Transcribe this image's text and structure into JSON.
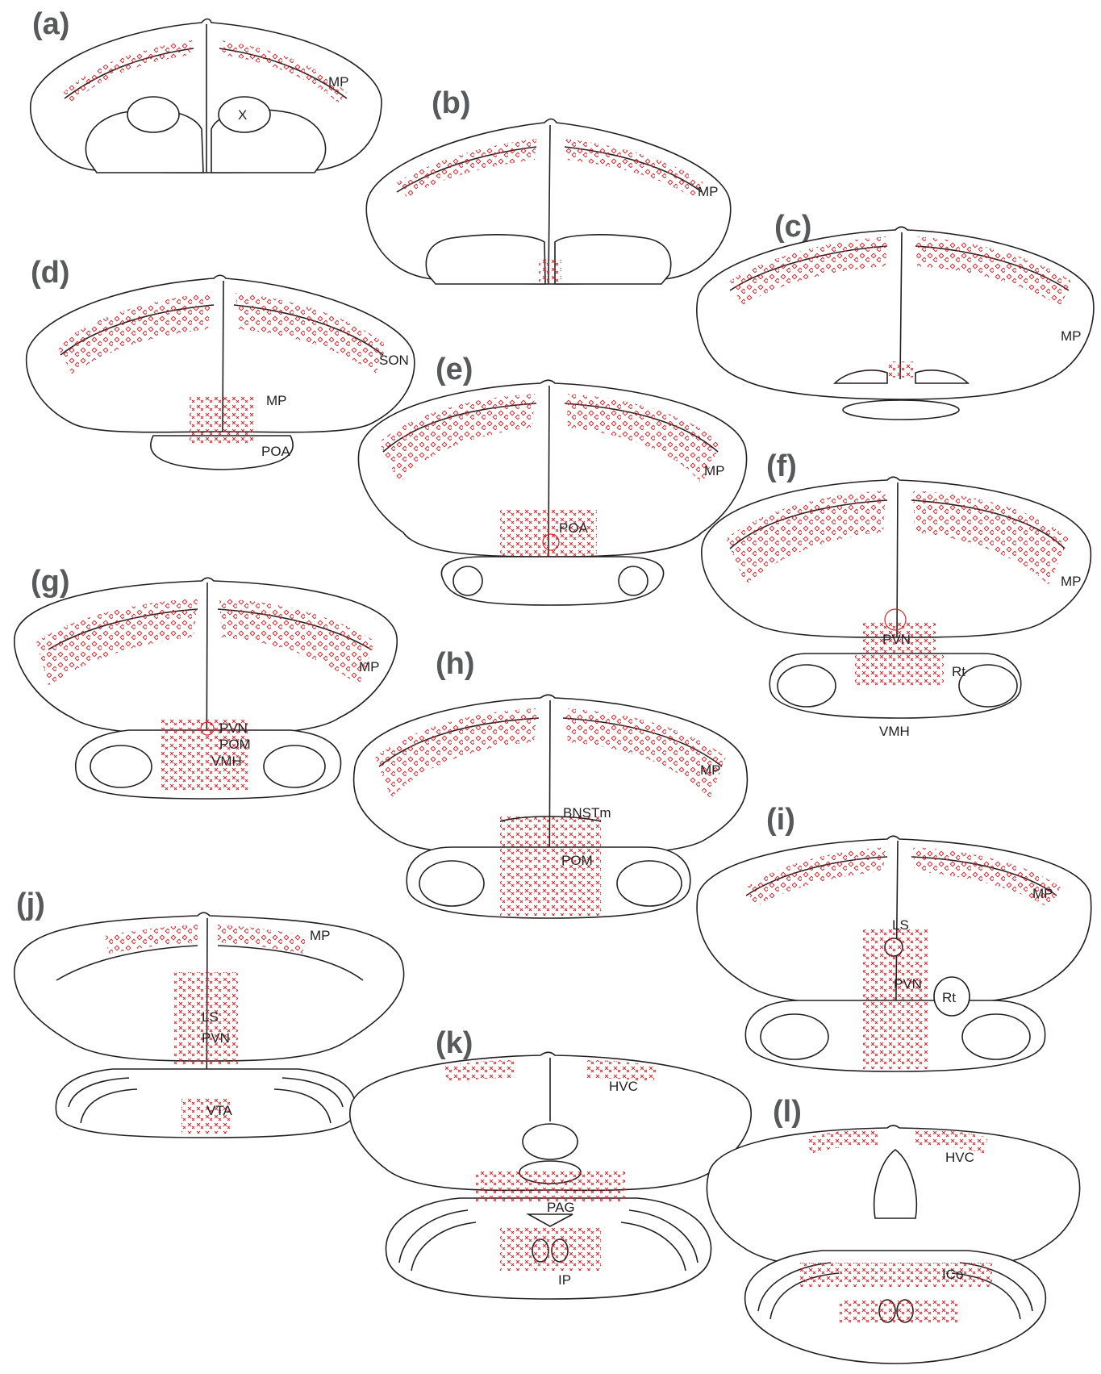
{
  "panels": [
    {
      "id": "a",
      "label": "(a)",
      "regions": [
        "MP",
        "X"
      ]
    },
    {
      "id": "b",
      "label": "(b)",
      "regions": [
        "MP"
      ]
    },
    {
      "id": "c",
      "label": "(c)",
      "regions": [
        "MP"
      ]
    },
    {
      "id": "d",
      "label": "(d)",
      "regions": [
        "MP",
        "POA",
        "SON"
      ]
    },
    {
      "id": "e",
      "label": "(e)",
      "regions": [
        "MP",
        "POA"
      ]
    },
    {
      "id": "f",
      "label": "(f)",
      "regions": [
        "MP",
        "PVN",
        "Rt",
        "VMH"
      ]
    },
    {
      "id": "g",
      "label": "(g)",
      "regions": [
        "MP",
        "PVN",
        "POM",
        "VMH"
      ]
    },
    {
      "id": "h",
      "label": "(h)",
      "regions": [
        "MP",
        "BNSTm",
        "POM"
      ]
    },
    {
      "id": "i",
      "label": "(i)",
      "regions": [
        "MP",
        "LS",
        "PVN",
        "Rt"
      ]
    },
    {
      "id": "j",
      "label": "(j)",
      "regions": [
        "MP",
        "LS",
        "PVN",
        "VTA"
      ]
    },
    {
      "id": "k",
      "label": "(k)",
      "regions": [
        "HVC",
        "PAG",
        "IP"
      ]
    },
    {
      "id": "l",
      "label": "(l)",
      "regions": [
        "HVC",
        "ICo"
      ]
    }
  ],
  "colors": {
    "outline": "#231f20",
    "marker": "#d7262d",
    "panel_label": "#58595b",
    "boundary": "#a7a9ac"
  },
  "marker_glyphs": [
    "diamond",
    "cross",
    "dot"
  ]
}
